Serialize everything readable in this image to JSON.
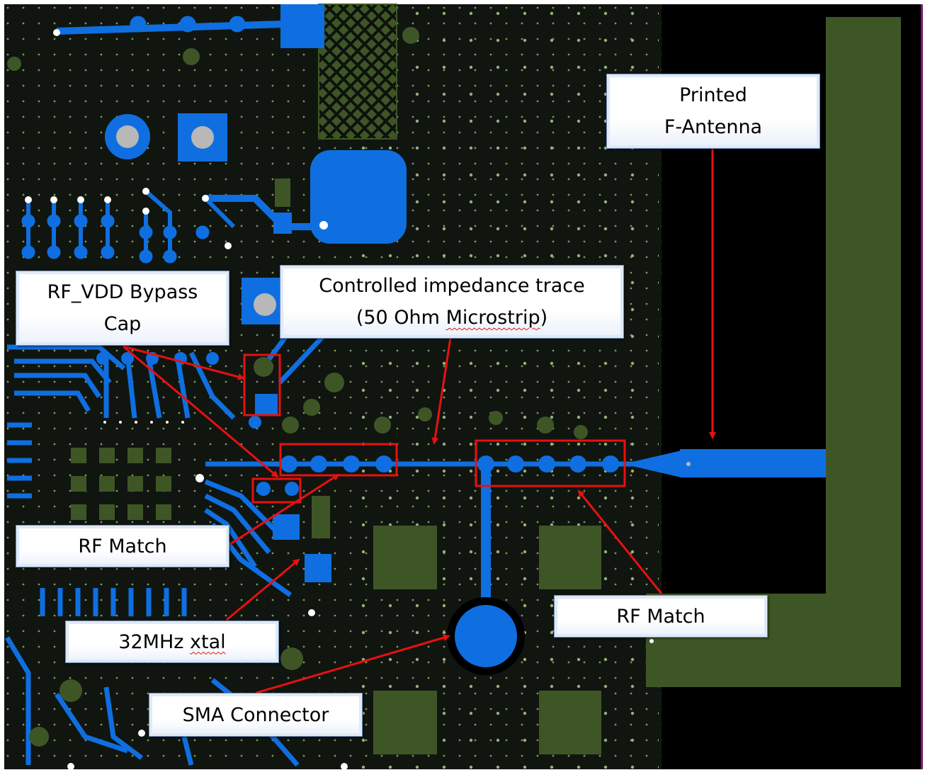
{
  "labels": {
    "antenna": {
      "line1": "Printed",
      "line2": "F-Antenna"
    },
    "trace": {
      "line1": "Controlled impedance trace",
      "line2_pre": "(50 Ohm ",
      "line2_word": "Microstrip",
      "line2_post": ")"
    },
    "bypass": {
      "line1": "RF_VDD Bypass",
      "line2": "Cap"
    },
    "rf_match_left": "RF Match",
    "rf_match_right": "RF Match",
    "xtal": {
      "pre": "32MHz ",
      "word": "xtal"
    },
    "sma": "SMA Connector"
  },
  "colors": {
    "pcb_background": "#101510",
    "ground_pour": "#3e5626",
    "copper_trace": "#0f6fe0",
    "highlight_box": "#e81010",
    "arrow": "#e81010",
    "drill": "#b8b8b8",
    "via": "#ffffff"
  }
}
